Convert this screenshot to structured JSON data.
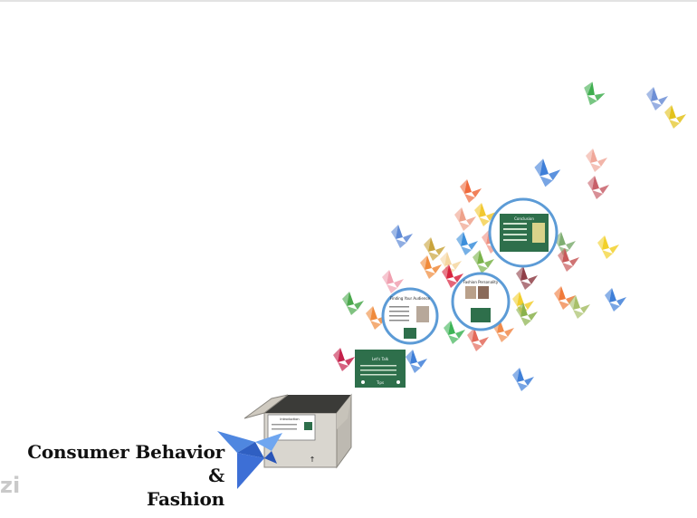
{
  "presentation": {
    "title_line1": "Consumer Behavior &",
    "title_line2": "Fashion",
    "logo_text": "zi"
  },
  "frames": {
    "box_slide_title": "Introduction",
    "box_slide_label": "↑",
    "card_1_title": "Let's Talk",
    "card_1_footer": "Tips",
    "circle_1_title": "Finding Your Audience",
    "circle_2_title": "Fashion Personality",
    "circle_3_title": "Conclusion"
  },
  "colors": {
    "green_slide": "#2e6f4b",
    "ring_blue": "#5c9bd6",
    "accent": "#6aa8e8"
  },
  "icons": [
    "origami-bird-icon",
    "open-box-icon",
    "prezi-logo-icon"
  ]
}
